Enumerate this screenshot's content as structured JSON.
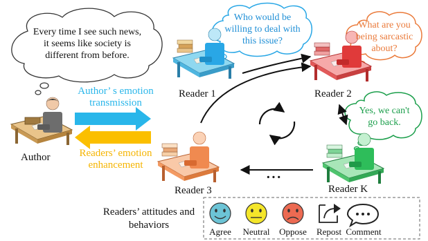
{
  "author_bubble": {
    "line1": "Every time I see such news,",
    "line2": "it seems like society is",
    "line3": "different from before."
  },
  "reader1_bubble": {
    "line1": "Who would be",
    "line2": "willing to deal with",
    "line3": "this issue?"
  },
  "reader2_bubble": {
    "line1": "What are you",
    "line2": "being sarcastic",
    "line3": "about?"
  },
  "readerk_bubble": {
    "line1": "Yes, we can't",
    "line2": "go back."
  },
  "transmission_label": {
    "line1": "Author’ s emotion",
    "line2": "transmission"
  },
  "enhancement_label": {
    "line1": "Readers’ emotion",
    "line2": "enhancement"
  },
  "labels": {
    "author": "Author",
    "reader1": "Reader 1",
    "reader2": "Reader 2",
    "reader3": "Reader 3",
    "readerk": "Reader K",
    "ellipsis": "···"
  },
  "legend": {
    "title_line1": "Readers’ attitudes and",
    "title_line2": "behaviors",
    "items": [
      "Agree",
      "Neutral",
      "Oppose",
      "Repost",
      "Comment"
    ]
  },
  "colors": {
    "blue_arrow": "#29b6ea",
    "yellow_arrow": "#fbbf00",
    "reader1_text": "#1f8fd6",
    "reader2_text": "#ea7a3a",
    "readerk_text": "#1a9e4a",
    "agree": "#6cc4d6",
    "neutral": "#f4e62a",
    "oppose": "#ec6a52"
  },
  "icons": {
    "refresh": "refresh-cycle-icon",
    "repost": "share-arrow-icon",
    "comment": "speech-bubble-icon"
  }
}
